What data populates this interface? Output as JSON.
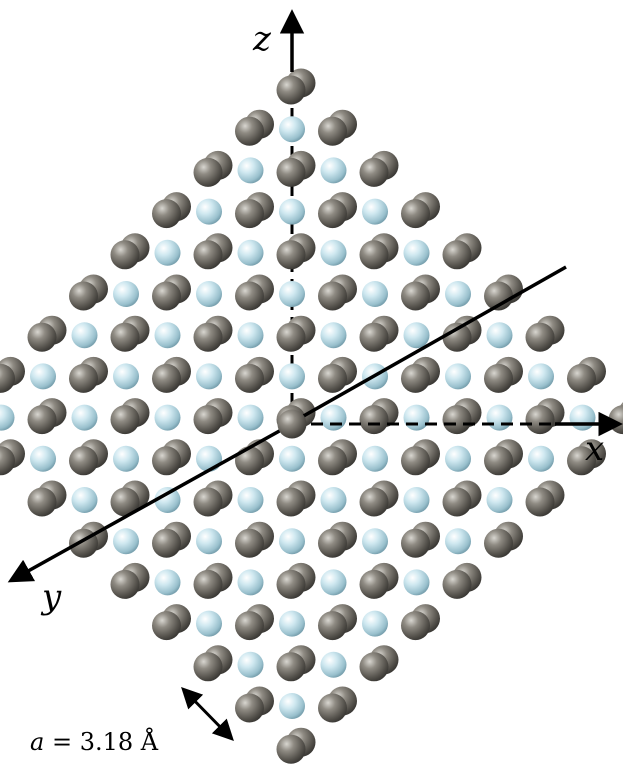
{
  "axes": {
    "x": "x",
    "y": "y",
    "z": "z"
  },
  "lattice_parameter": {
    "symbol": "a",
    "equals": " = ",
    "value": "3.18",
    "unit": "Å"
  },
  "colors": {
    "atom_dark": "#6e6a62",
    "atom_light": "#b9dde8",
    "axis": "#000000",
    "background": "#ffffff"
  },
  "icons": [
    "axis-arrow",
    "lattice-spacing-double-arrow"
  ]
}
